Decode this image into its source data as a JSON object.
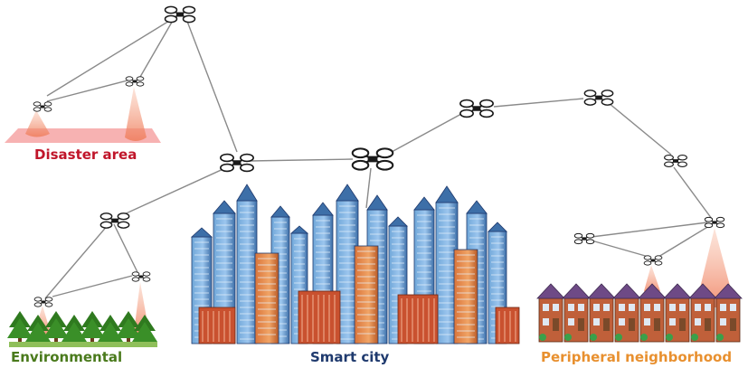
{
  "labels": {
    "disaster": "Disaster area",
    "environmental": "Environmental",
    "smart_city": "Smart city",
    "peripheral": "Peripheral neighborhood"
  },
  "colors": {
    "disaster": "#c0152a",
    "environmental": "#4a7a1c",
    "smart_city": "#1f3a6e",
    "peripheral": "#e8902f",
    "link": "#8a8a8a",
    "beam": "#f08a6a",
    "ground_zone": "#f6a5a5",
    "drone": "#1a1a1a"
  },
  "icons": {
    "drone": "quadcopter-drone-icon",
    "buildings": "skyscraper-cluster-icon",
    "trees": "pine-tree-icon",
    "houses": "row-house-icon"
  }
}
